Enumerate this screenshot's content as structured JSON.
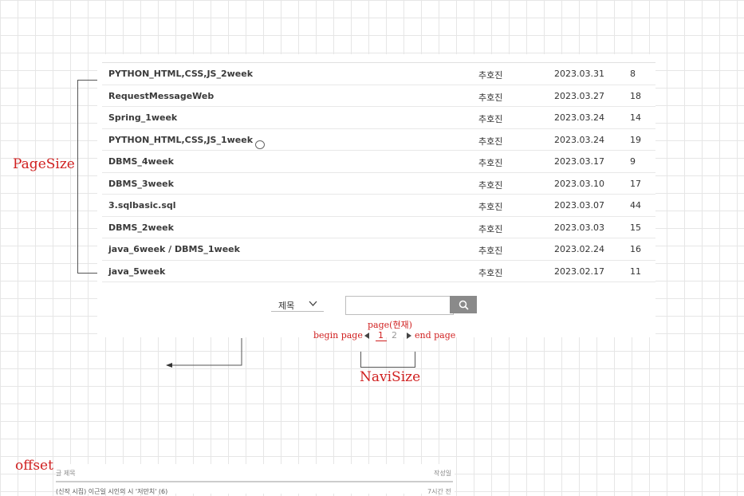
{
  "board": {
    "rows": [
      {
        "title": "PYTHON_HTML,CSS,JS_2week",
        "author": "추호진",
        "date": "2023.03.31",
        "views": "8",
        "comment": false
      },
      {
        "title": "RequestMessageWeb",
        "author": "추호진",
        "date": "2023.03.27",
        "views": "18",
        "comment": false
      },
      {
        "title": "Spring_1week",
        "author": "추호진",
        "date": "2023.03.24",
        "views": "14",
        "comment": false
      },
      {
        "title": "PYTHON_HTML,CSS,JS_1week",
        "author": "추호진",
        "date": "2023.03.24",
        "views": "19",
        "comment": true
      },
      {
        "title": "DBMS_4week",
        "author": "추호진",
        "date": "2023.03.17",
        "views": "9",
        "comment": false
      },
      {
        "title": "DBMS_3week",
        "author": "추호진",
        "date": "2023.03.10",
        "views": "17",
        "comment": false
      },
      {
        "title": "3.sqlbasic.sql",
        "author": "추호진",
        "date": "2023.03.07",
        "views": "44",
        "comment": false
      },
      {
        "title": "DBMS_2week",
        "author": "추호진",
        "date": "2023.03.03",
        "views": "15",
        "comment": false
      },
      {
        "title": "java_6week / DBMS_1week",
        "author": "추호진",
        "date": "2023.02.24",
        "views": "16",
        "comment": false
      },
      {
        "title": "java_5week",
        "author": "추호진",
        "date": "2023.02.17",
        "views": "11",
        "comment": false
      }
    ]
  },
  "search": {
    "select_value": "제목",
    "input_value": ""
  },
  "pager": {
    "prev_icon": "triangle-left-icon",
    "next_icon": "triangle-right-icon",
    "pages": [
      "1",
      "2"
    ],
    "current": "1"
  },
  "annotations": {
    "page_size": "PageSize",
    "current_page": "page(현재)",
    "begin_page": "begin page",
    "end_page": "end page",
    "navi_size": "NaviSize",
    "offset": "offset"
  },
  "bottom_board": {
    "header_title": "글 제목",
    "header_author": "작성일",
    "row_title": "(신작 시집) 이근일 시인의 시 '저만치' (6)",
    "row_time": "7시간 전"
  },
  "colors": {
    "annotation": "#d02020",
    "grid": "#e6e6e6",
    "search_button": "#8a8a8a"
  }
}
